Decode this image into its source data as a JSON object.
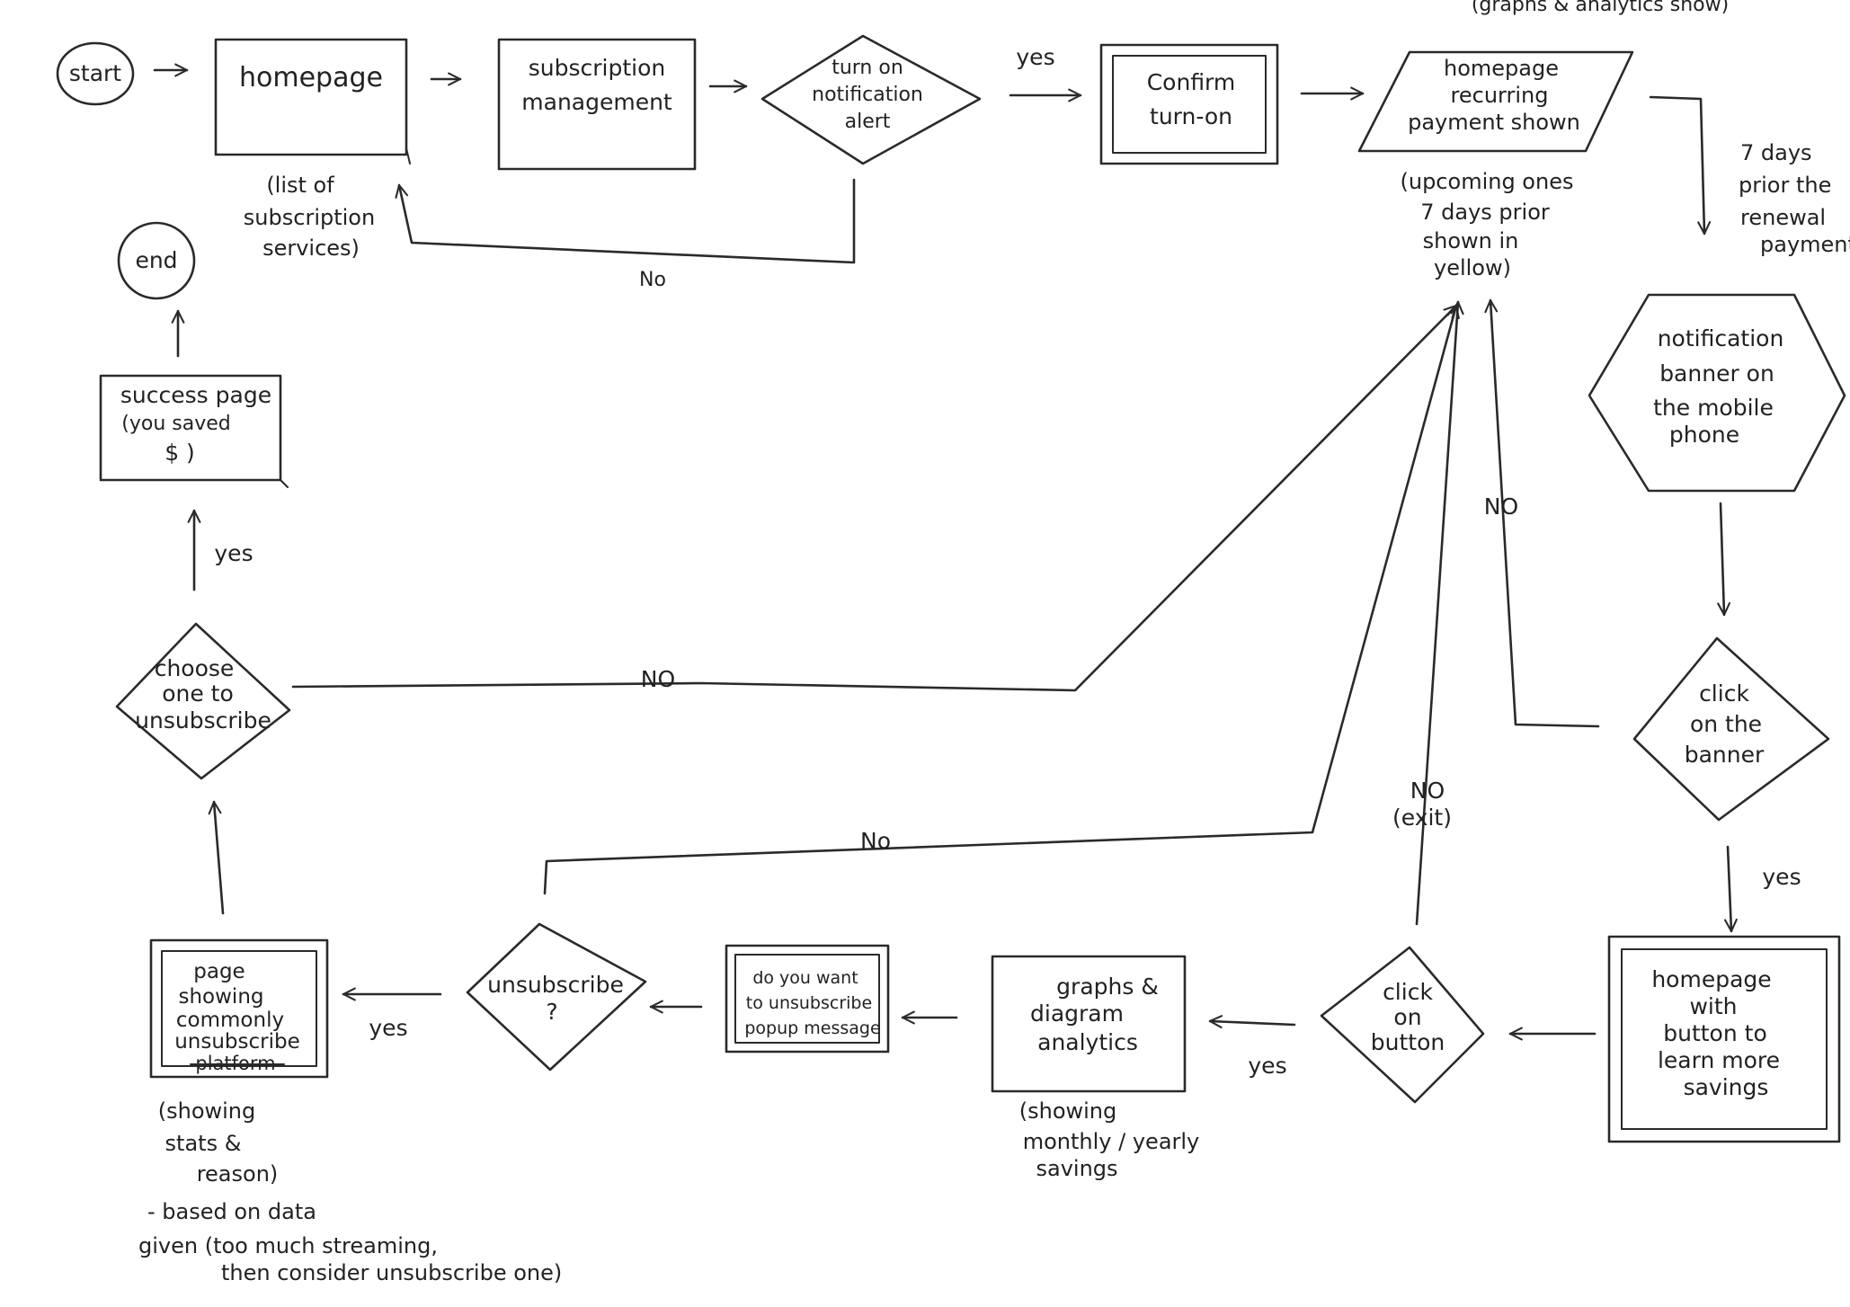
{
  "nodes": {
    "start": "start",
    "end": "end",
    "homepage": [
      "homepage"
    ],
    "subscription_management": [
      "subscription",
      "management"
    ],
    "turn_on_alert": [
      "turn on",
      "notification",
      "alert"
    ],
    "confirm_turn_on": [
      "Confirm",
      "turn-on"
    ],
    "homepage_recurring": [
      "homepage",
      "recurring",
      "payment shown"
    ],
    "notification_banner": [
      "notification",
      "banner on",
      "the mobile",
      "phone"
    ],
    "click_banner": [
      "click",
      "on the",
      "banner"
    ],
    "homepage_button": [
      "homepage",
      "with",
      "button to",
      "learn more",
      "savings"
    ],
    "click_button": [
      "click",
      "on",
      "button"
    ],
    "graphs_analytics": [
      "graphs &",
      "diagram",
      "analytics"
    ],
    "unsubscribe_popup": [
      "do you want",
      "to unsubscribe",
      "popup message"
    ],
    "unsubscribe_decision": [
      "unsubscribe",
      "?"
    ],
    "page_showing": [
      "page",
      "showing",
      "commonly",
      "unsubscribe",
      "platform"
    ],
    "choose_one": [
      "choose",
      "one to",
      "unsubscribe"
    ],
    "success_page": [
      "success page",
      "(you saved",
      "$ )"
    ]
  },
  "notes": {
    "list_of_subscriptions": [
      "(list of",
      "subscription",
      "services)"
    ],
    "graphs_analytics_show": "(graphs & analytics show)",
    "upcoming": [
      "(upcoming ones",
      "7 days prior",
      "shown in",
      "yellow)"
    ],
    "seven_days_prior": [
      "7 days",
      "prior the",
      "renewal",
      "payment"
    ],
    "showing_savings": [
      "(showing",
      "monthly / yearly",
      "savings"
    ],
    "showing_stats": [
      "(showing",
      "stats &",
      "reason)"
    ],
    "based_on_data": [
      "- based on data",
      "given (too much streaming,",
      "then consider unsubscribe one)"
    ]
  },
  "edge_labels": {
    "yes_confirm": "yes",
    "no_alert": "No",
    "no_banner": "NO",
    "yes_banner": "yes",
    "no_exit": [
      "NO",
      "(exit)"
    ],
    "yes_click_button": "yes",
    "no_unsubscribe": "No",
    "yes_unsubscribe": "yes",
    "no_choose": "NO",
    "yes_choose": "yes"
  }
}
